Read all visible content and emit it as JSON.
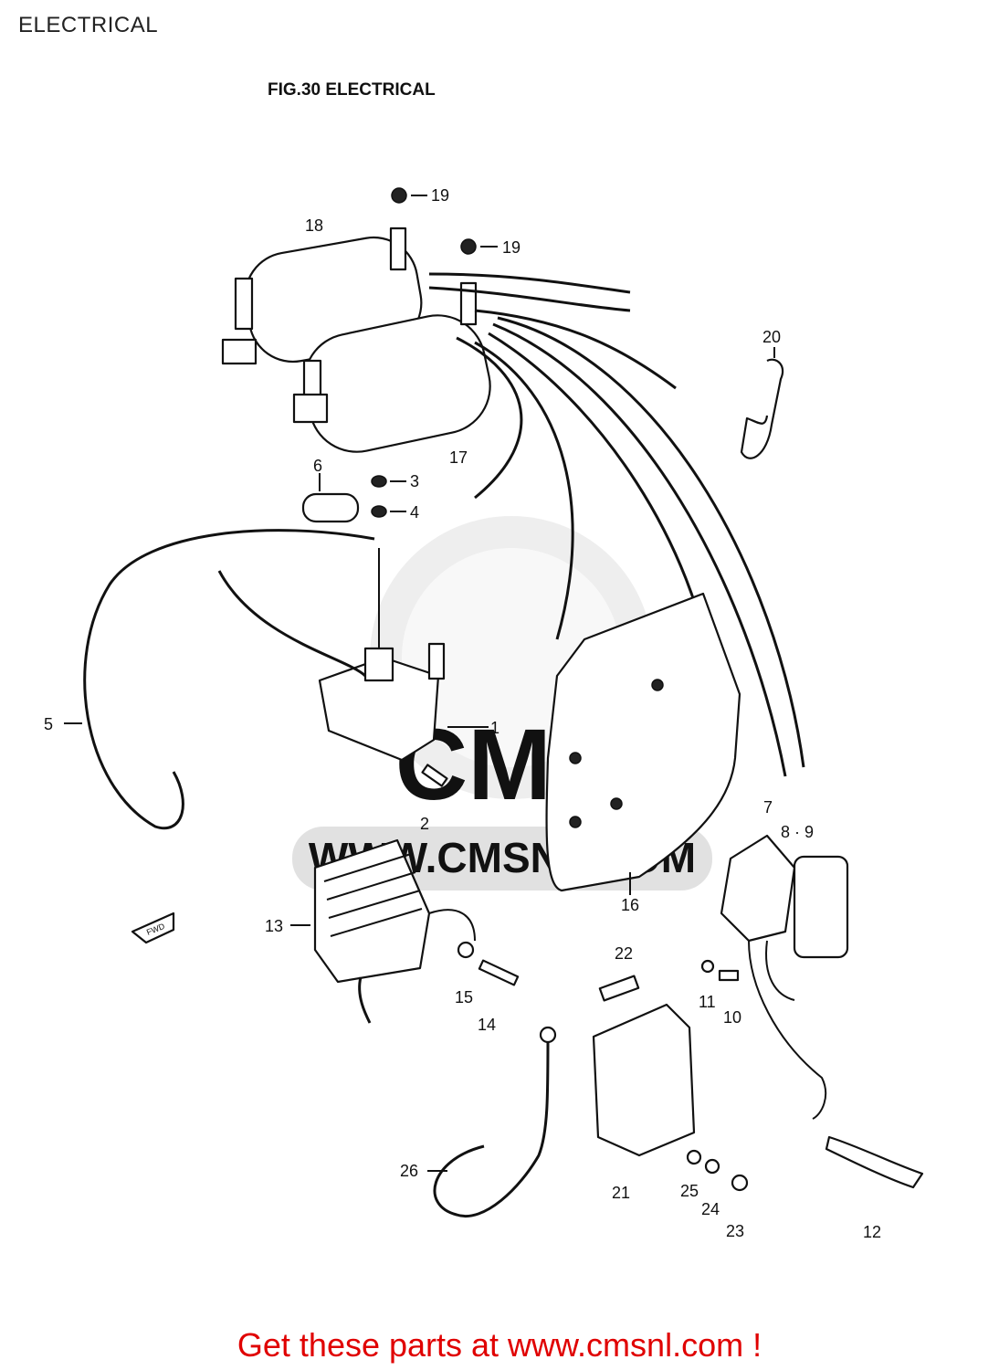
{
  "page": {
    "title": "ELECTRICAL"
  },
  "diagram": {
    "figure_title": "FIG.30  ELECTRICAL",
    "watermark": {
      "logo_text": "CMS",
      "url_text": "WWW.CMSNL.COM"
    },
    "fwd_marker": "FWD",
    "part_labels": [
      "1",
      "2",
      "3",
      "4",
      "5",
      "6",
      "7",
      "8 · 9",
      "10",
      "11",
      "12",
      "13",
      "14",
      "15",
      "16",
      "17",
      "18",
      "19",
      "19",
      "20",
      "21",
      "22",
      "23",
      "24",
      "25",
      "26"
    ]
  },
  "footer": {
    "cta_text": "Get these parts at www.cmsnl.com !"
  },
  "colors": {
    "footer_text": "#e00000",
    "line": "#111111",
    "watermark": "#d9d9d9"
  }
}
